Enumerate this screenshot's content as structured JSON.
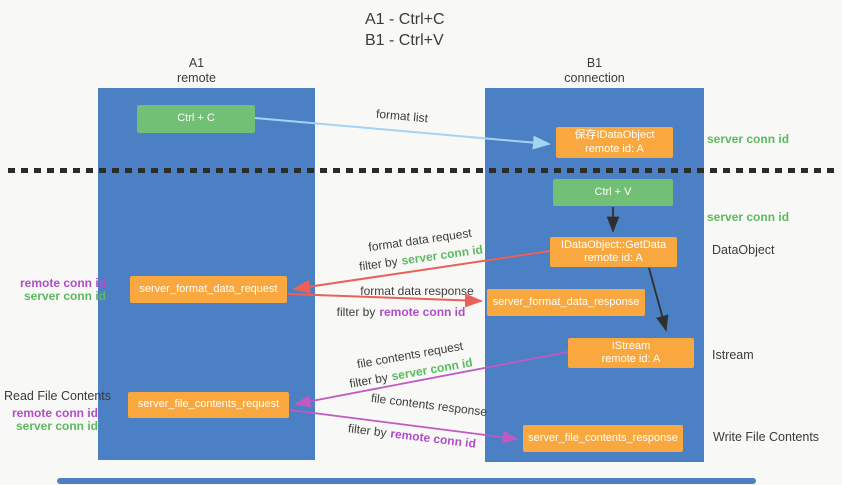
{
  "title": {
    "line1": "A1 - Ctrl+C",
    "line2": "B1 - Ctrl+V"
  },
  "lanes": {
    "left": {
      "name": "A1",
      "role": "remote"
    },
    "right": {
      "name": "B1",
      "role": "connection"
    }
  },
  "nodes": {
    "ctrl_c": {
      "label": "Ctrl + C"
    },
    "ctrl_v": {
      "label": "Ctrl + V"
    },
    "save_dataobject": {
      "line1": "保存IDataObject",
      "line2": "remote id: A"
    },
    "getdata": {
      "line1": "IDataObject::GetData",
      "line2": "remote id: A"
    },
    "istream": {
      "line1": "IStream",
      "line2": "remote id: A"
    },
    "format_request": {
      "label": "server_format_data_request"
    },
    "format_response": {
      "label": "server_format_data_response"
    },
    "file_request": {
      "label": "server_file_contents_request"
    },
    "file_response": {
      "label": "server_file_contents_response"
    }
  },
  "flow_labels": {
    "format_list": "format list",
    "format_data_request": "format data request",
    "format_data_response": "format data response",
    "file_contents_request": "file contents request",
    "file_contents_response": "file contents response",
    "filter_by": "filter by",
    "server_conn_id": "server conn id",
    "remote_conn_id": "remote conn id"
  },
  "annotations": {
    "server_conn_id_top": "server conn id",
    "server_conn_id_mid": "server conn id",
    "dataobject": "DataObject",
    "istream": "Istream",
    "read_file_contents": "Read File Contents",
    "write_file_contents": "Write File Contents",
    "remote_conn_id": "remote conn id",
    "server_conn_id": "server conn id"
  },
  "colors": {
    "lane_blue": "#4b80c4",
    "action_green": "#72bf76",
    "message_orange": "#f8a83f",
    "green_text": "#5bba60",
    "purple_text": "#b14cc9",
    "red_arrow": "#e96159",
    "purple_arrow": "#c159c4",
    "blue_arrow": "#a5d3f3",
    "black_arrow": "#2f2f2f",
    "background": "#f8f8f6"
  }
}
